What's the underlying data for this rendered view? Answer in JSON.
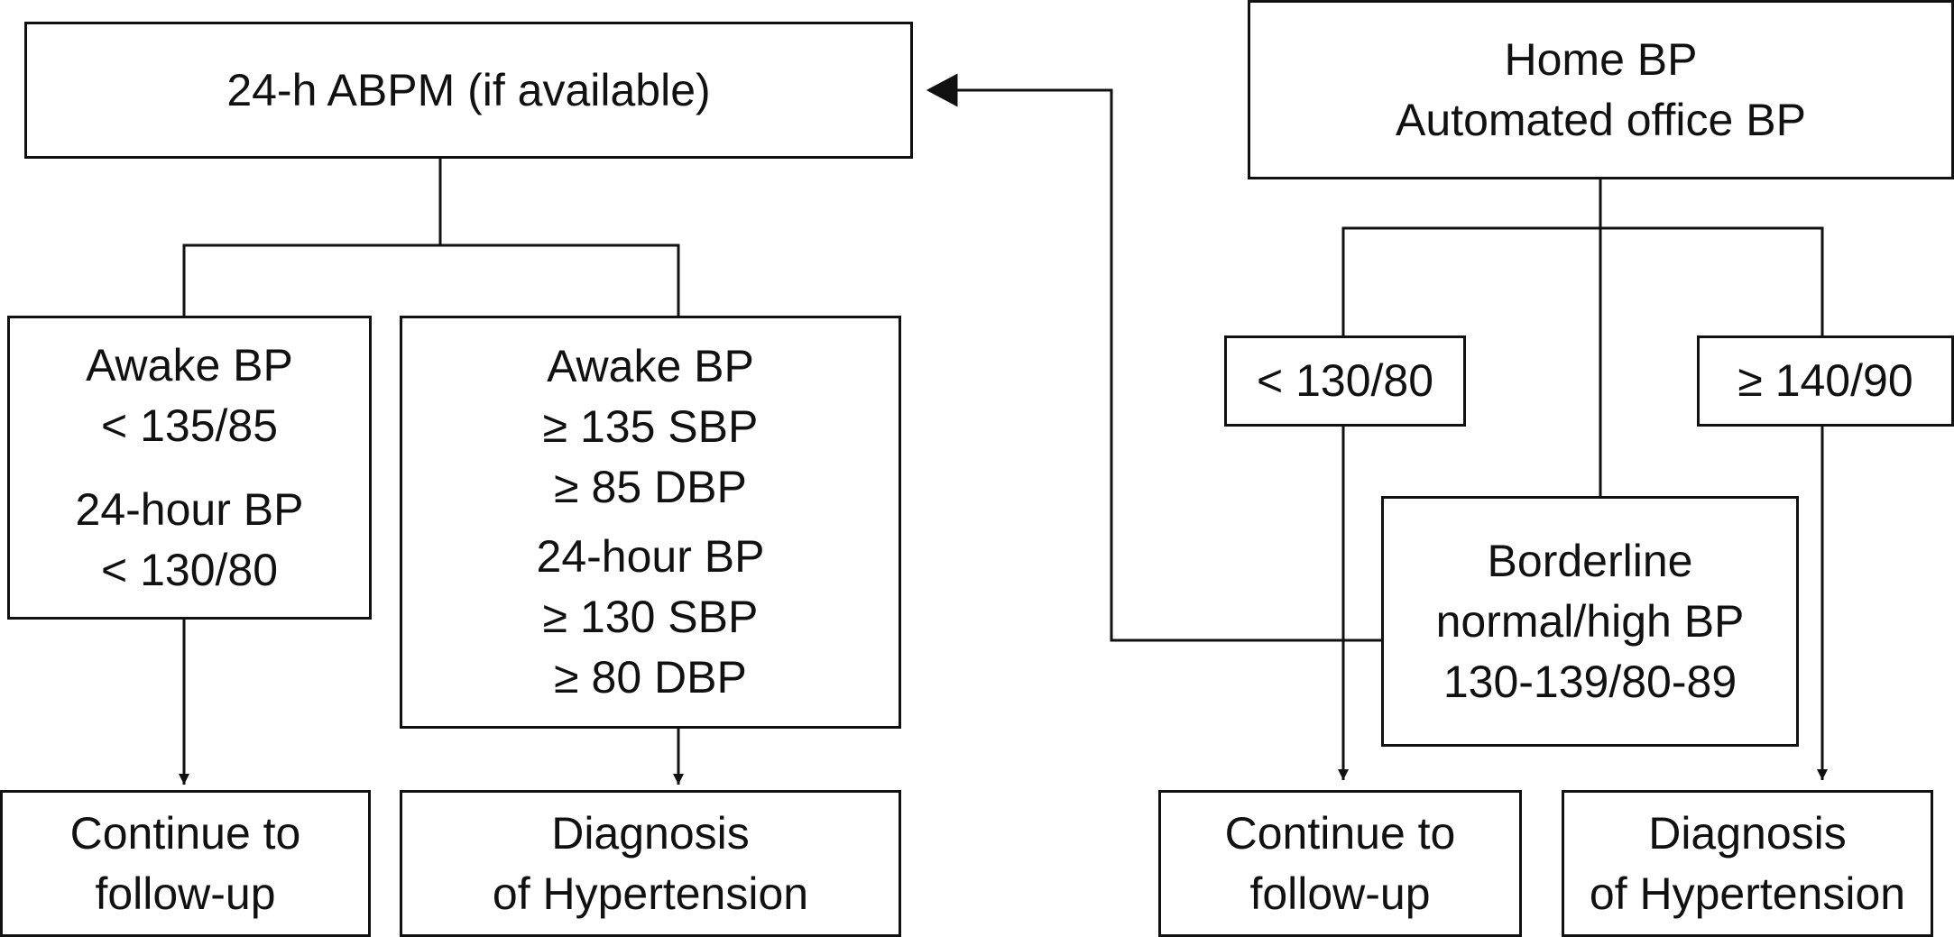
{
  "abpm": {
    "title": "24-h ABPM (if available)",
    "normal": {
      "awake_label": "Awake BP",
      "awake_value": "< 135/85",
      "day_label": "24-hour BP",
      "day_value": "< 130/80"
    },
    "high": {
      "awake_label": "Awake BP",
      "awake_sbp": "≥ 135 SBP",
      "awake_dbp": "≥ 85 DBP",
      "day_label": "24-hour BP",
      "day_sbp": "≥ 130 SBP",
      "day_dbp": "≥ 80 DBP"
    },
    "outcome_normal": {
      "line1": "Continue to",
      "line2": "follow-up"
    },
    "outcome_high": {
      "line1": "Diagnosis",
      "line2": "of Hypertension"
    }
  },
  "home": {
    "title_line1": "Home BP",
    "title_line2": "Automated office BP",
    "low": "< 130/80",
    "high": "≥ 140/90",
    "borderline": {
      "line1": "Borderline",
      "line2": "normal/high BP",
      "line3": "130-139/80-89"
    },
    "outcome_normal": {
      "line1": "Continue to",
      "line2": "follow-up"
    },
    "outcome_high": {
      "line1": "Diagnosis",
      "line2": "of Hypertension"
    }
  },
  "colors": {
    "stroke": "#111111",
    "background": "#ffffff"
  }
}
